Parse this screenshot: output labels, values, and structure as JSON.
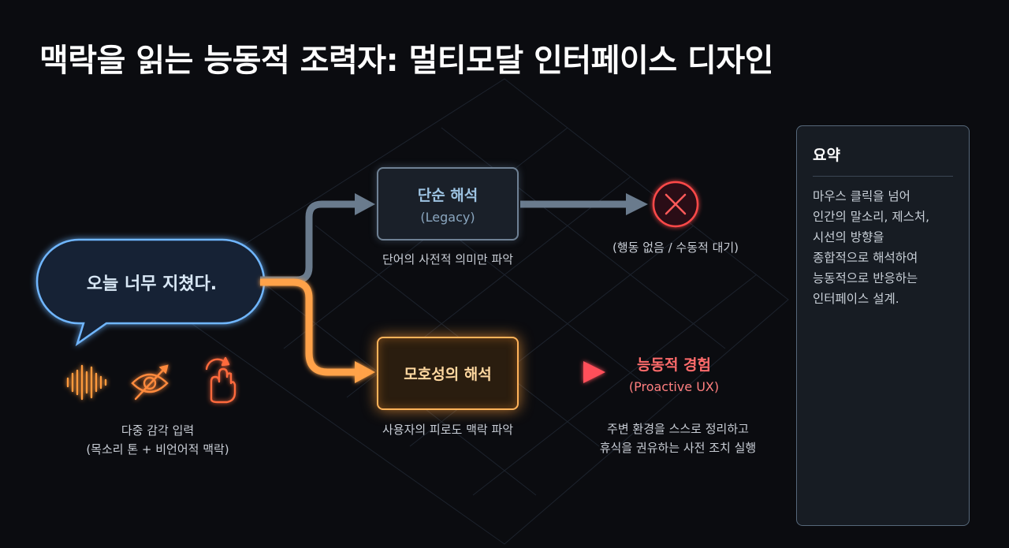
{
  "title": "맥락을 읽는 능동적 조력자: 멀티모달 인터페이스 디자인",
  "bubble": {
    "text": "오늘 너무 지쳤다."
  },
  "legacy": {
    "title": "단순 해석",
    "subtitle": "(Legacy)",
    "caption": "단어의 사전적 의미만 파악"
  },
  "no_action": {
    "caption": "(행동 없음 / 수동적 대기)",
    "icon": "x-circle-icon"
  },
  "ambiguity": {
    "title": "모호성의 해석",
    "caption": "사용자의 피로도 맥락 파악"
  },
  "proactive": {
    "title": "능동적 경험",
    "subtitle": "(Proactive UX)",
    "caption_lines": [
      "주변 환경을 스스로 정리하고",
      "휴식을 권유하는 사전 조치 실행"
    ]
  },
  "multisensory": {
    "caption_lines": [
      "다중 감각 입력",
      "(목소리 톤 + 비언어적 맥락)"
    ],
    "icons": [
      "voice-wave-icon",
      "gaze-eye-icon",
      "gesture-hand-icon"
    ]
  },
  "summary": {
    "title": "요약",
    "lines": [
      "마우스 클릭을 넘어",
      "인간의 말소리, 제스처,",
      "시선의 방향을",
      "종합적으로 해석하여",
      "능동적으로 반응하는",
      "인터페이스 설계."
    ]
  },
  "colors": {
    "background": "#0b0c10",
    "legacy_path": "#6a7b8d",
    "context_path": "#ffa24a",
    "proactive_red": "#ff5a5a",
    "bubble_glow": "#6fb6ff"
  }
}
